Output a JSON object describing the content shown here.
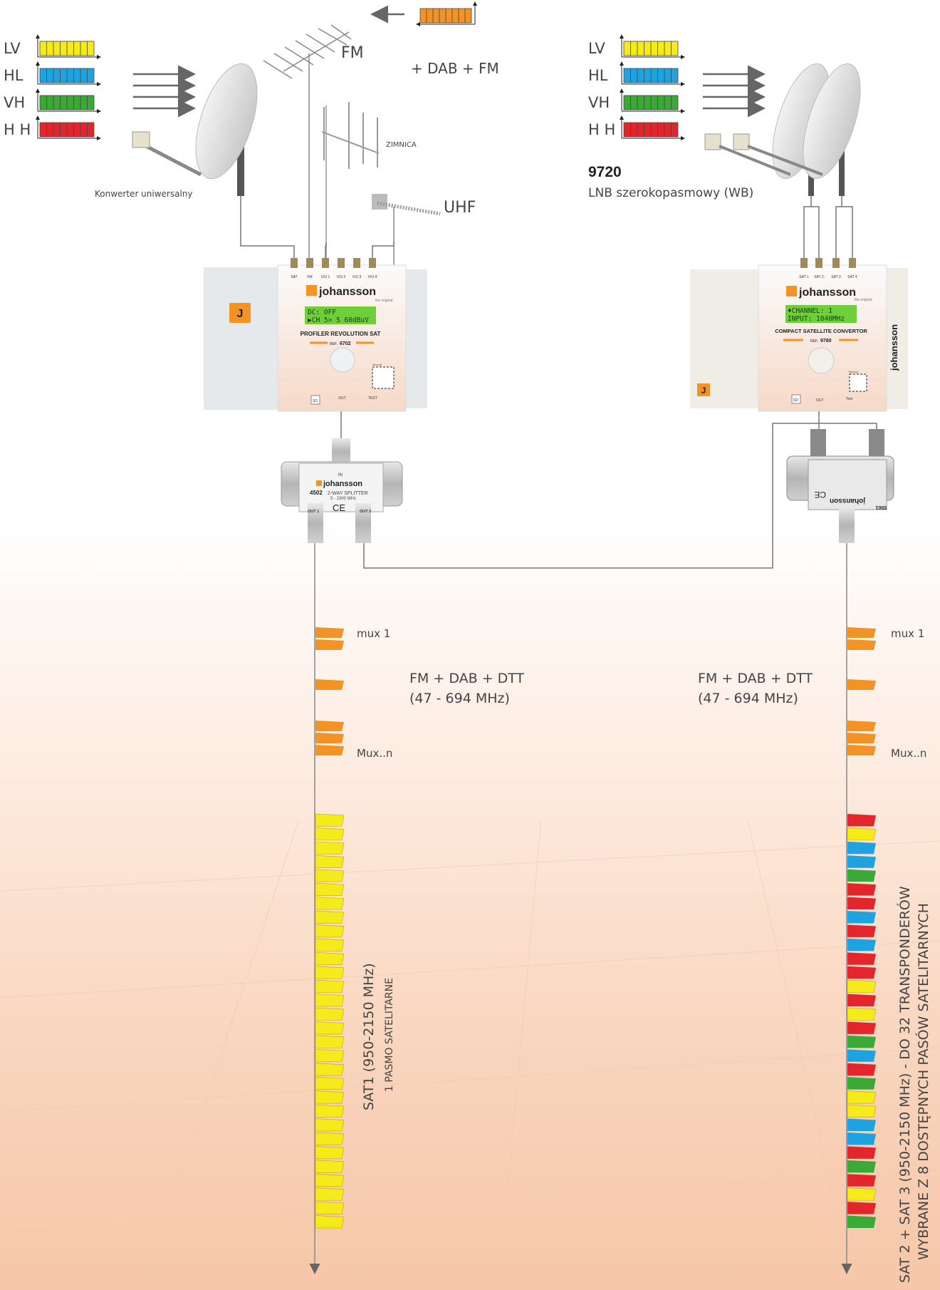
{
  "legend_left": {
    "rows": [
      {
        "label": "LV",
        "color": "#f5ea1a"
      },
      {
        "label": "HL",
        "color": "#1ea3e0"
      },
      {
        "label": "VH",
        "color": "#3aa935"
      },
      {
        "label": "H H",
        "color": "#e3262b"
      }
    ]
  },
  "legend_right": {
    "rows": [
      {
        "label": "LV",
        "color": "#f5ea1a"
      },
      {
        "label": "HL",
        "color": "#1ea3e0"
      },
      {
        "label": "VH",
        "color": "#3aa935"
      },
      {
        "label": "H H",
        "color": "#e3262b"
      }
    ]
  },
  "labels": {
    "konwerter": "Konwerter uniwersalny",
    "fm": "FM",
    "dab_fm": "+ DAB + FM",
    "zimnica": "ZIMNICA",
    "uhf": "UHF",
    "model_9720": "9720",
    "lnb_wb": "LNB szerokopasmowy (WB)"
  },
  "device_left": {
    "brand": "johansson",
    "tagline": "the original",
    "ports": [
      "SAT",
      "FM",
      "V/U 1",
      "V/U 2",
      "V/U 3",
      "V/U 4"
    ],
    "lcd_line1": "DC: OFF",
    "lcd_line2": "▶CH  5> 5 60dBuV",
    "name": "PROFILER REVOLUTION SAT",
    "ref_prefix": "REF.",
    "ref": "6702",
    "out": "OUT",
    "test": "TEST",
    "manual": "Manual",
    "sd": "SD"
  },
  "device_right": {
    "brand": "johansson",
    "tagline": "the original",
    "ports": [
      "SAT 1",
      "SAT 2",
      "SAT 3",
      "SAT 4"
    ],
    "lcd_line1": "♦CHANNEL: 1",
    "lcd_line2": " INPUT:  1040MHz",
    "name": "COMPACT SATELLITE CONVERTOR",
    "ref_prefix": "REF.",
    "ref": "9780",
    "out": "OUT",
    "test": "Test",
    "manual": "Manual",
    "sd": "SD",
    "side_brand": "johansson"
  },
  "splitter_left": {
    "in": "IN",
    "brand": "johansson",
    "model": "4502",
    "desc": "2-WAY SPLITTER",
    "range": "5 - 2300 MHz",
    "ce": "CE",
    "out1": "OUT 1",
    "out2": "OUT 2"
  },
  "splitter_right": {
    "brand": "johansson",
    "model": "5501",
    "ce": "CE"
  },
  "spectrum_left": {
    "mux1": "mux 1",
    "muxn": "Mux..n",
    "terr_line1": "FM + DAB + DTT",
    "terr_line2": "(47 - 694 MHz)",
    "sat_line1": "SAT1 (950-2150 MHz)",
    "sat_line2": "1 PASMO SATELITARNE",
    "sat_count": 30,
    "sat_color": "#f5ea1a",
    "mux_color": "#f39325"
  },
  "spectrum_right": {
    "mux1": "mux 1",
    "muxn": "Mux..n",
    "terr_line1": "FM + DAB + DTT",
    "terr_line2": "(47 - 694 MHz)",
    "sat_line1": "SAT 2 + SAT 3 (950-2150 MHz) - DO 32 TRANSPONDERÓW",
    "sat_line2": "WYBRANE Z 8 DOSTĘPNYCH PASÓW SATELITARNYCH",
    "sat_colors": [
      "R",
      "Y",
      "B",
      "B",
      "G",
      "R",
      "R",
      "B",
      "R",
      "B",
      "R",
      "R",
      "Y",
      "R",
      "Y",
      "R",
      "G",
      "B",
      "R",
      "G",
      "Y",
      "Y",
      "B",
      "B",
      "R",
      "G",
      "R",
      "Y",
      "R",
      "G"
    ]
  },
  "colors": {
    "R": "#e3262b",
    "Y": "#f5ea1a",
    "B": "#1ea3e0",
    "G": "#3aa935",
    "orange": "#f39325",
    "brand": "#f39325"
  }
}
